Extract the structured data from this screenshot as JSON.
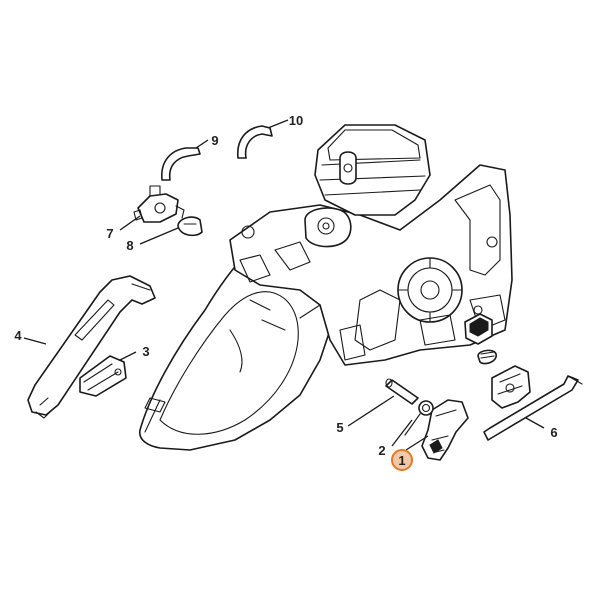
{
  "diagram": {
    "callouts": [
      {
        "id": "1",
        "label": "1",
        "highlighted": true
      },
      {
        "id": "2",
        "label": "2"
      },
      {
        "id": "3",
        "label": "3"
      },
      {
        "id": "4",
        "label": "4"
      },
      {
        "id": "5",
        "label": "5"
      },
      {
        "id": "6",
        "label": "6"
      },
      {
        "id": "7",
        "label": "7"
      },
      {
        "id": "8",
        "label": "8"
      },
      {
        "id": "9",
        "label": "9"
      },
      {
        "id": "10",
        "label": "10"
      }
    ],
    "colors": {
      "line": "#1a1a1a",
      "background": "#ffffff",
      "highlight_fill": "#f3c9a5",
      "highlight_stroke": "#e07a2a"
    }
  }
}
